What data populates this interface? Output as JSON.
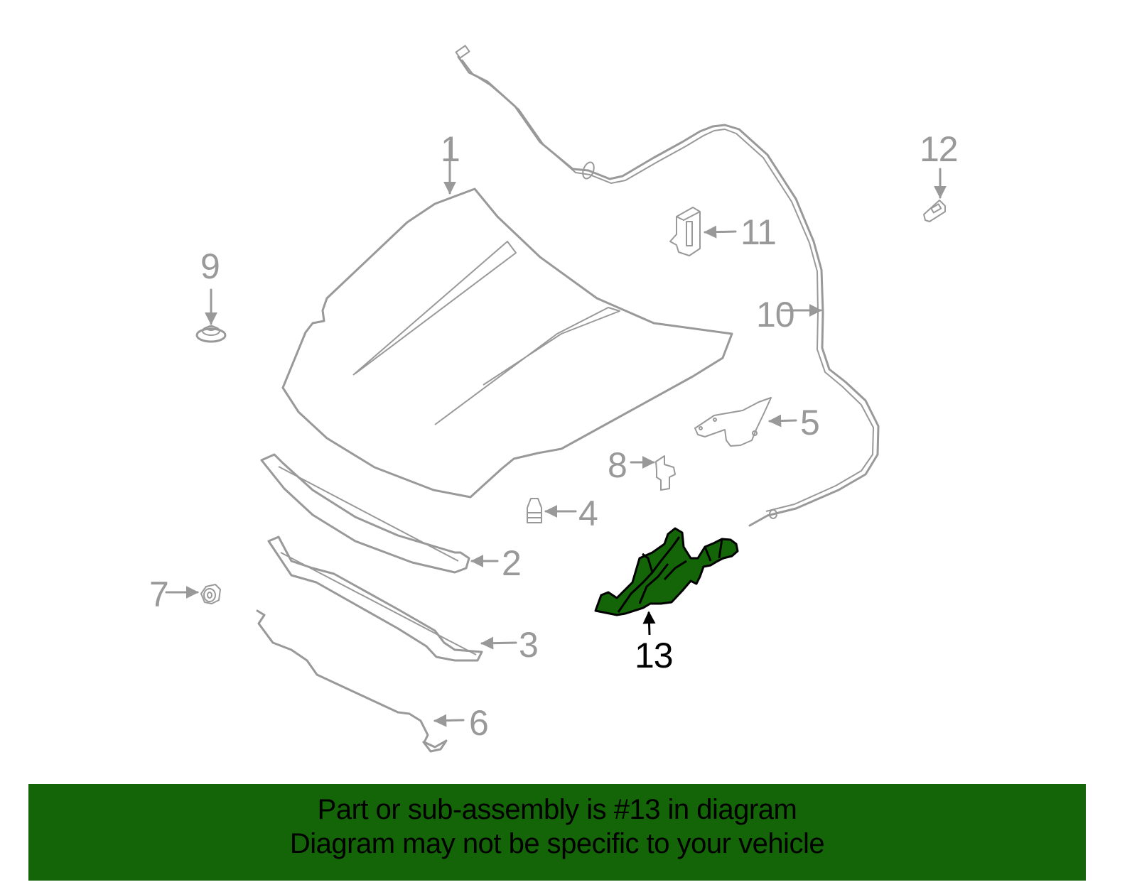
{
  "diagram": {
    "type": "exploded-parts-diagram",
    "subject": "hood and hood latch assembly",
    "line_color": "#999999",
    "highlight_color": "#146408",
    "highlight_outline": "#000000",
    "callouts": [
      {
        "number": "1",
        "part": "hood-panel"
      },
      {
        "number": "2",
        "part": "front-seal-strip"
      },
      {
        "number": "3",
        "part": "lower-seal-strip"
      },
      {
        "number": "4",
        "part": "bumper-stop"
      },
      {
        "number": "5",
        "part": "hood-hinge"
      },
      {
        "number": "6",
        "part": "support-rod"
      },
      {
        "number": "7",
        "part": "grommet"
      },
      {
        "number": "8",
        "part": "clip"
      },
      {
        "number": "9",
        "part": "bumper-cushion"
      },
      {
        "number": "10",
        "part": "release-cable"
      },
      {
        "number": "11",
        "part": "retainer"
      },
      {
        "number": "12",
        "part": "clip-retainer"
      },
      {
        "number": "13",
        "part": "hood-latch",
        "highlighted": true
      }
    ]
  },
  "banner": {
    "line1": "Part or sub-assembly is #13 in diagram",
    "line2": "Diagram may not be specific to your vehicle",
    "background": "#146408"
  }
}
